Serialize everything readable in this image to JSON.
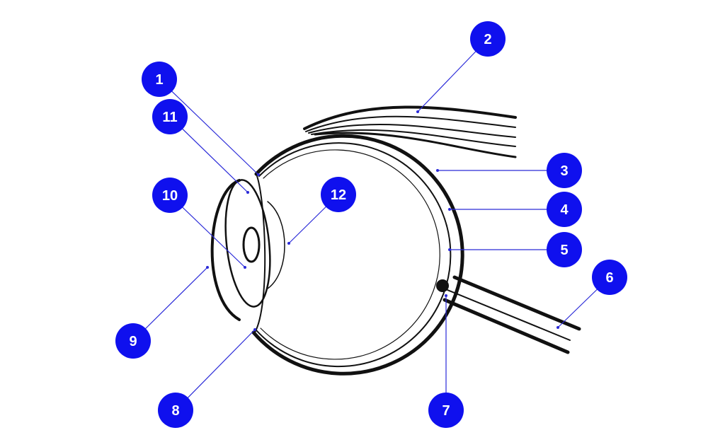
{
  "colors": {
    "badge_fill": "#0f10ee",
    "badge_text": "#ffffff",
    "leader_line": "#2a2ad8",
    "outline": "#111111"
  },
  "labels": [
    {
      "id": "1",
      "text": "1"
    },
    {
      "id": "2",
      "text": "2"
    },
    {
      "id": "3",
      "text": "3"
    },
    {
      "id": "4",
      "text": "4"
    },
    {
      "id": "5",
      "text": "5"
    },
    {
      "id": "6",
      "text": "6"
    },
    {
      "id": "7",
      "text": "7"
    },
    {
      "id": "8",
      "text": "8"
    },
    {
      "id": "9",
      "text": "9"
    },
    {
      "id": "10",
      "text": "10"
    },
    {
      "id": "11",
      "text": "11"
    },
    {
      "id": "12",
      "text": "12"
    }
  ]
}
